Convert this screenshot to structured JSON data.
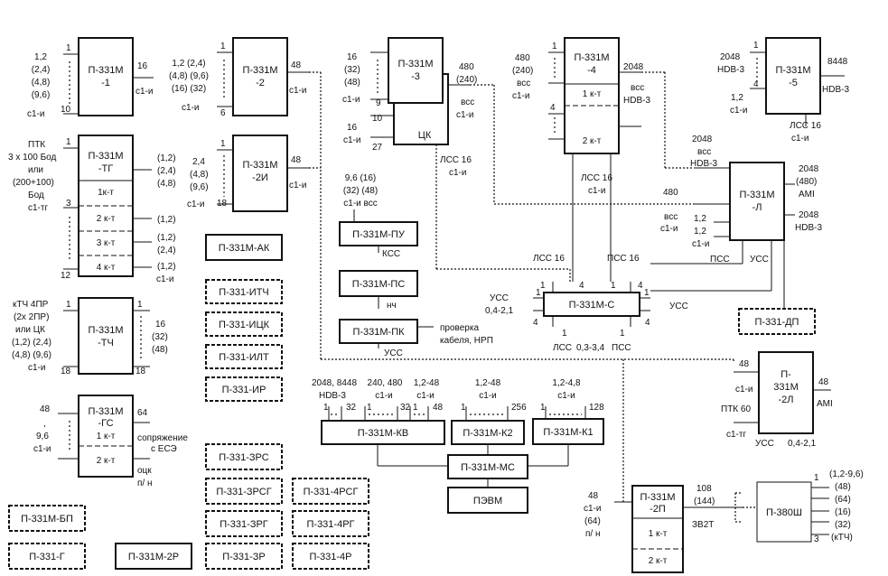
{
  "colors": {
    "ink": "#111111",
    "paper": "#ffffff"
  },
  "blocks": {
    "m1": {
      "title": "П-331М",
      "sub": "-1",
      "l1": "1,2",
      "l2": "(2,4)",
      "l3": "(4,8)",
      "l4": "(9,6)",
      "l5": "с1-и",
      "p1": "1",
      "p10": "10",
      "r1": "16",
      "r2": "с1-и"
    },
    "m2": {
      "title": "П-331М",
      "sub": "-2",
      "l1": "1,2  (2,4)",
      "l2": "(4,8)  (9,6)",
      "l3": "(16)  (32)",
      "l4": "с1-и",
      "p1": "1",
      "p6": "6",
      "r1": "48",
      "r2": "с1-и"
    },
    "m3": {
      "title": "П-331М",
      "sub": "-3",
      "l1": "16",
      "l2": "(32)",
      "l3": "(48)",
      "l4": "с1-и",
      "p9": "9",
      "r1": "480",
      "r2": "(240)",
      "r3": "всс",
      "r4": "с1-и"
    },
    "ck": {
      "title": "ЦК",
      "l1": "16",
      "l2": "с1-и",
      "p10": "10",
      "p27": "27",
      "r1": "ЛСС 16",
      "r2": "с1-и"
    },
    "m4": {
      "title": "П-331М",
      "sub": "-4",
      "l1": "480",
      "l2": "(240)",
      "l3": "всс",
      "l4": "с1-и",
      "p1": "1",
      "p4": "4",
      "kt1": "1 к-т",
      "kt2": "2 к-т",
      "r1": "2048",
      "r2": "всс",
      "r3": "HDB-3",
      "b1": "ЛСС 16",
      "b2": "с1-и"
    },
    "m5": {
      "title": "П-331М",
      "sub": "-5",
      "l1": "2048",
      "l2": "HDB-3",
      "l3": "1,2",
      "l4": "с1-и",
      "p1": "1",
      "p4": "4",
      "r1": "8448",
      "r2": "HDB-3",
      "b1": "ЛСС 16",
      "b2": "с1-и"
    },
    "tg": {
      "title": "П-331М",
      "sub": "-ТГ",
      "l1": "ПТК",
      "l2": "3 х 100 Бод",
      "l3": "или",
      "l4": "(200+100)",
      "l5": "Бод",
      "l6": "с1-тг",
      "p1": "1",
      "p3": "3",
      "p12": "12",
      "kt1": "1к-т",
      "kt2": "2 к-т",
      "kt3": "3 к-т",
      "kt4": "4 к-т",
      "r1": "(1,2)",
      "r2": "(2,4)",
      "r3": "(4,8)",
      "r4": "(1,2)",
      "r5": "(1,2)",
      "r6": "(2,4)",
      "r7": "(1,2)",
      "r8": "с1-и"
    },
    "m2i": {
      "title": "П-331М",
      "sub": "-2И",
      "l1": "2,4",
      "l2": "(4,8)",
      "l3": "(9,6)",
      "l4": "с1-и",
      "p1": "1",
      "p18": "18",
      "r1": "48",
      "r2": "с1-и"
    },
    "l": {
      "title": "П-331М",
      "sub": "-Л",
      "t1": "2048",
      "t2": "всс",
      "t3": "HDB-3",
      "l1": "480",
      "l2": "всс",
      "l3": "с1-и",
      "l4": "1,2",
      "l5": "1,2",
      "l6": "с1-и",
      "r1": "2048",
      "r2": "(480)",
      "r3": "AMI",
      "r4": "2048",
      "r5": "HDB-3",
      "r6": "УСС",
      "pss": "ПСС"
    },
    "pu": {
      "title": "П-331М-ПУ",
      "t1": "9,6 (16)",
      "t2": "(32) (48)",
      "t3": "с1-и  всс",
      "b1": "КСС"
    },
    "ps": {
      "title": "П-331М-ПС",
      "b1": "нч"
    },
    "pk": {
      "title": "П-331М-ПК",
      "b1": "УСС",
      "r1": "проверка",
      "r2": "кабеля, НРП"
    },
    "s": {
      "title": "П-331М-С",
      "lss": "ЛСС 16",
      "pss": "ПСС 16",
      "uss1": "УСС",
      "uss2": "0,4-2,1",
      "uss3": "УСС",
      "b1": "ЛСС",
      "b2": "0,3-3,4",
      "b3": "ПСС",
      "p1": "1",
      "p4": "4"
    },
    "dp": {
      "title": "П-331-ДП"
    },
    "tch": {
      "title": "П-331М",
      "sub": "-ТЧ",
      "l1": "кТЧ 4ПР",
      "l2": "(2х 2ПР)",
      "l3": "или ЦК",
      "l4": "(1,2) (2,4)",
      "l5": "(4,8) (9,6)",
      "l6": "с1-и",
      "p1": "1",
      "p18": "18",
      "r1": "16",
      "r2": "(32)",
      "r3": "(48)"
    },
    "gs": {
      "title": "П-331М",
      "sub": "-ГС",
      "l1": "48",
      "l2": ",",
      "l3": "9,6",
      "l4": "с1-и",
      "kt1": "1 к-т",
      "kt2": "2 к-т",
      "r1": "64",
      "r2": "сопряжение",
      "r3": "с ЕСЭ",
      "r4": "оцк",
      "r5": "п/ н"
    },
    "m2l": {
      "title": "П-",
      "sub": "331М",
      "sub2": "-2Л",
      "l1": "48",
      "l2": "с1-и",
      "l3": "ПТК 60",
      "l4": "с1-тг",
      "r1": "48",
      "r2": "AMI",
      "b1": "УСС",
      "b2": "0,4-2,1"
    },
    "kv": {
      "title": "П-331М-КВ",
      "t1": "2048, 8448",
      "t2": "HDB-3",
      "t3": "240, 480",
      "t4": "с1-и",
      "t5": "1,2-48",
      "t6": "с1-и",
      "p1": "1",
      "p32": "32",
      "p48": "48"
    },
    "k2": {
      "title": "П-331М-К2",
      "t1": "1,2-48",
      "t2": "с1-и",
      "p1": "1",
      "p256": "256"
    },
    "k1": {
      "title": "П-331М-К1",
      "t1": "1,2-4,8",
      "t2": "с1-и",
      "p1": "1",
      "p128": "128"
    },
    "ms": {
      "title": "П-331М-МС"
    },
    "pevm": {
      "title": "ПЭВМ"
    },
    "m2p": {
      "title": "П-331М",
      "sub": "-2П",
      "l1": "48",
      "l2": "с1-и",
      "l3": "(64)",
      "l4": "п/ н",
      "kt1": "1 к-т",
      "kt2": "2 к-т",
      "r1": "108",
      "r2": "(144)",
      "r3": "ЗВ2Т"
    },
    "p380": {
      "title": "П-380Ш",
      "p1": "1",
      "p3": "3",
      "r1": "(1,2-9,6)",
      "r2": "(48)",
      "r3": "(64)",
      "r4": "(16)",
      "r5": "(32)",
      "r6": "(кТЧ)"
    }
  },
  "dashed": {
    "ak": "П-331М-АК",
    "itch": "П-331-ИТЧ",
    "ick": "П-331-ИЦК",
    "ilt": "П-331-ИЛТ",
    "ir": "П-331-ИР",
    "zrs": "П-331-ЗРС",
    "zrsg": "П-331-ЗРСГ",
    "zrg": "П-331-ЗРГ",
    "zr": "П-331-ЗР",
    "r4sg": "П-331-4РСГ",
    "r4g": "П-331-4РГ",
    "r4": "П-331-4Р",
    "bp": "П-331М-БП",
    "g": "П-331-Г"
  },
  "solid": {
    "m2r": "П-331М-2Р"
  }
}
